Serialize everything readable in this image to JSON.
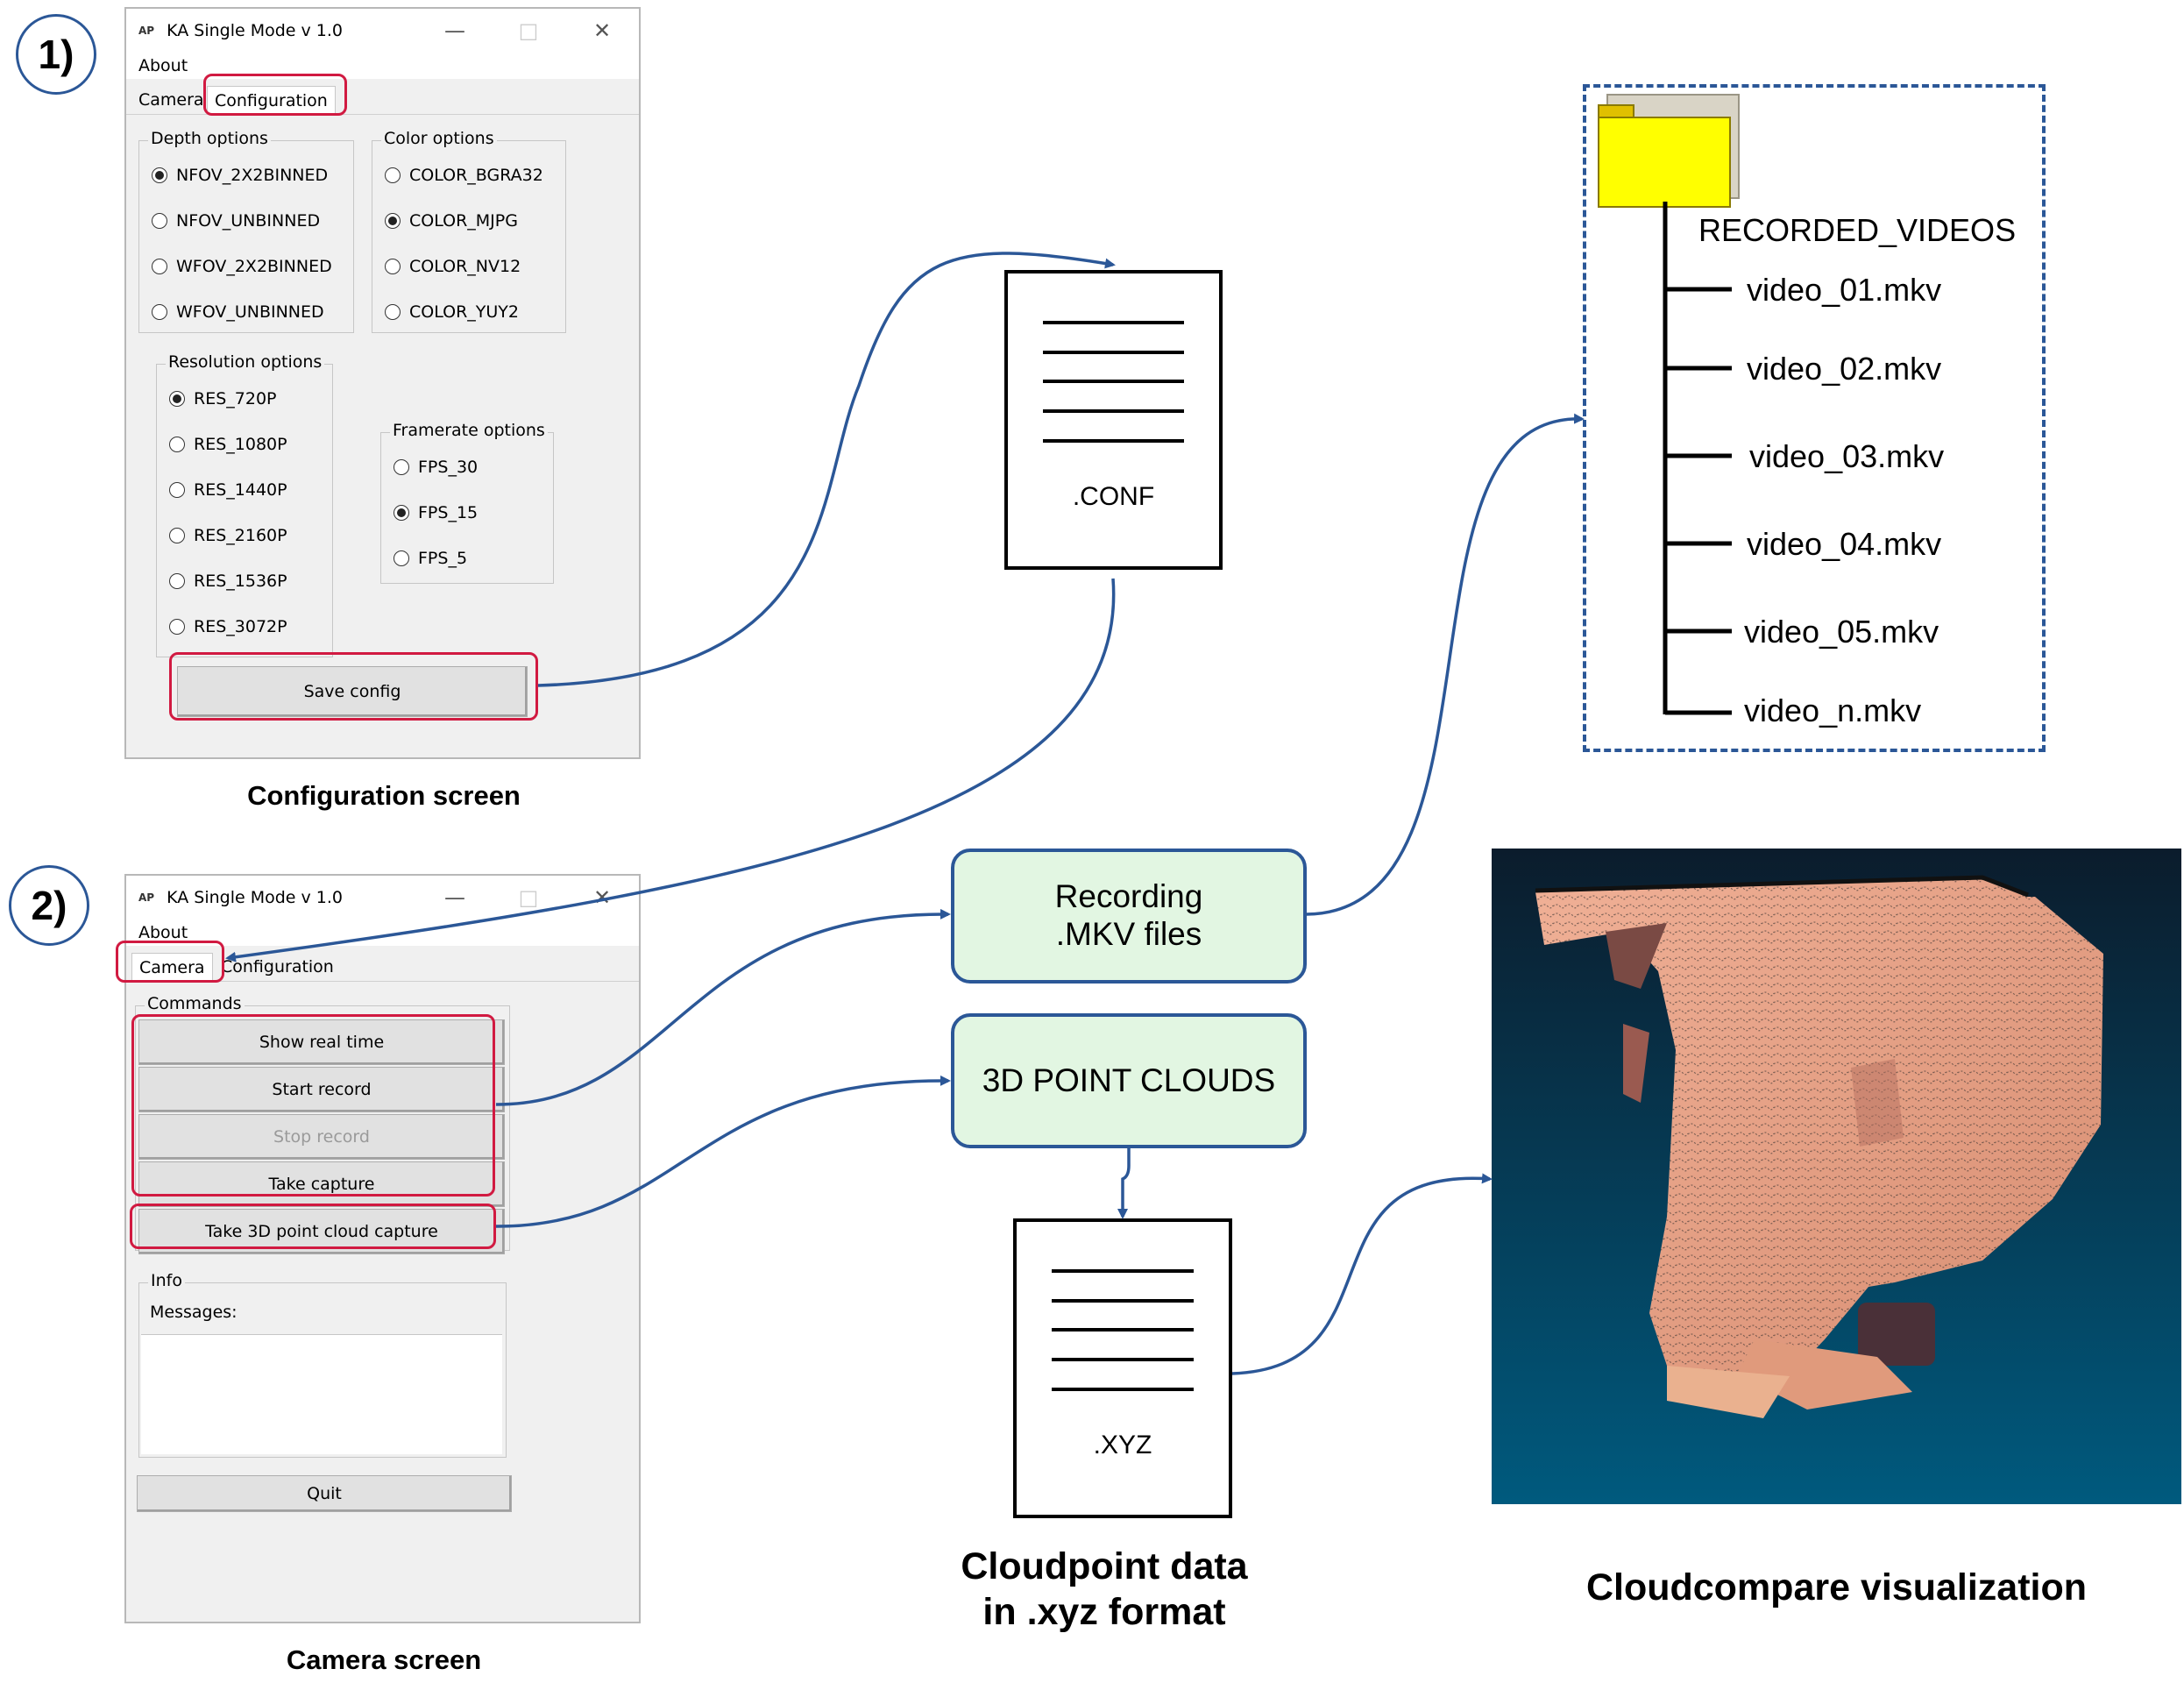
{
  "steps": {
    "first": "1)",
    "second": "2)"
  },
  "app_window": {
    "title": "KA Single Mode v 1.0",
    "menu_about": "About",
    "tab_camera": "Camera",
    "tab_configuration": "Configuration"
  },
  "config_screen": {
    "depth_options_label": "Depth options",
    "depth_options": [
      "NFOV_2X2BINNED",
      "NFOV_UNBINNED",
      "WFOV_2X2BINNED",
      "WFOV_UNBINNED"
    ],
    "color_options_label": "Color options",
    "color_options": [
      "COLOR_BGRA32",
      "COLOR_MJPG",
      "COLOR_NV12",
      "COLOR_YUY2"
    ],
    "resolution_options_label": "Resolution options",
    "resolution_options": [
      "RES_720P",
      "RES_1080P",
      "RES_1440P",
      "RES_2160P",
      "RES_1536P",
      "RES_3072P"
    ],
    "framerate_options_label": "Framerate options",
    "framerate_options": [
      "FPS_30",
      "FPS_15",
      "FPS_5"
    ],
    "selected": {
      "depth": "NFOV_2X2BINNED",
      "color": "COLOR_MJPG",
      "resolution": "RES_720P",
      "framerate": "FPS_15"
    },
    "save_button": "Save config",
    "caption": "Configuration screen"
  },
  "camera_screen": {
    "commands_label": "Commands",
    "show_real_time": "Show real time",
    "start_record": "Start record",
    "stop_record": "Stop record",
    "take_capture": "Take capture",
    "take_3d_capture": "Take 3D point cloud capture",
    "info_label": "Info",
    "messages_label": "Messages:",
    "quit_button": "Quit",
    "caption": "Camera screen"
  },
  "conf_file": {
    "extension": ".CONF"
  },
  "xyz_file": {
    "extension": ".XYZ"
  },
  "recording_box": {
    "line1": "Recording",
    "line2": ".MKV files"
  },
  "pointcloud_box": {
    "label": "3D POINT CLOUDS"
  },
  "folder": {
    "name": "RECORDED_VIDEOS",
    "files": [
      "video_01.mkv",
      "video_02.mkv",
      "video_03.mkv",
      "video_04.mkv",
      "video_05.mkv",
      "video_n.mkv"
    ]
  },
  "captions": {
    "cloudpoint_line1": "Cloudpoint data",
    "cloudpoint_line2": "in .xyz format",
    "cloudcompare": "Cloudcompare visualization"
  },
  "colors": {
    "arrow": "#2b5797",
    "highlight": "#d11a41",
    "process_box_fill": "#e2f6e2",
    "folder_yellow": "#ffff00",
    "pointcloud_background_top": "#0b1c2c",
    "pointcloud_background_bottom": "#005a7e",
    "pointcloud_surface": "#e8a287"
  }
}
